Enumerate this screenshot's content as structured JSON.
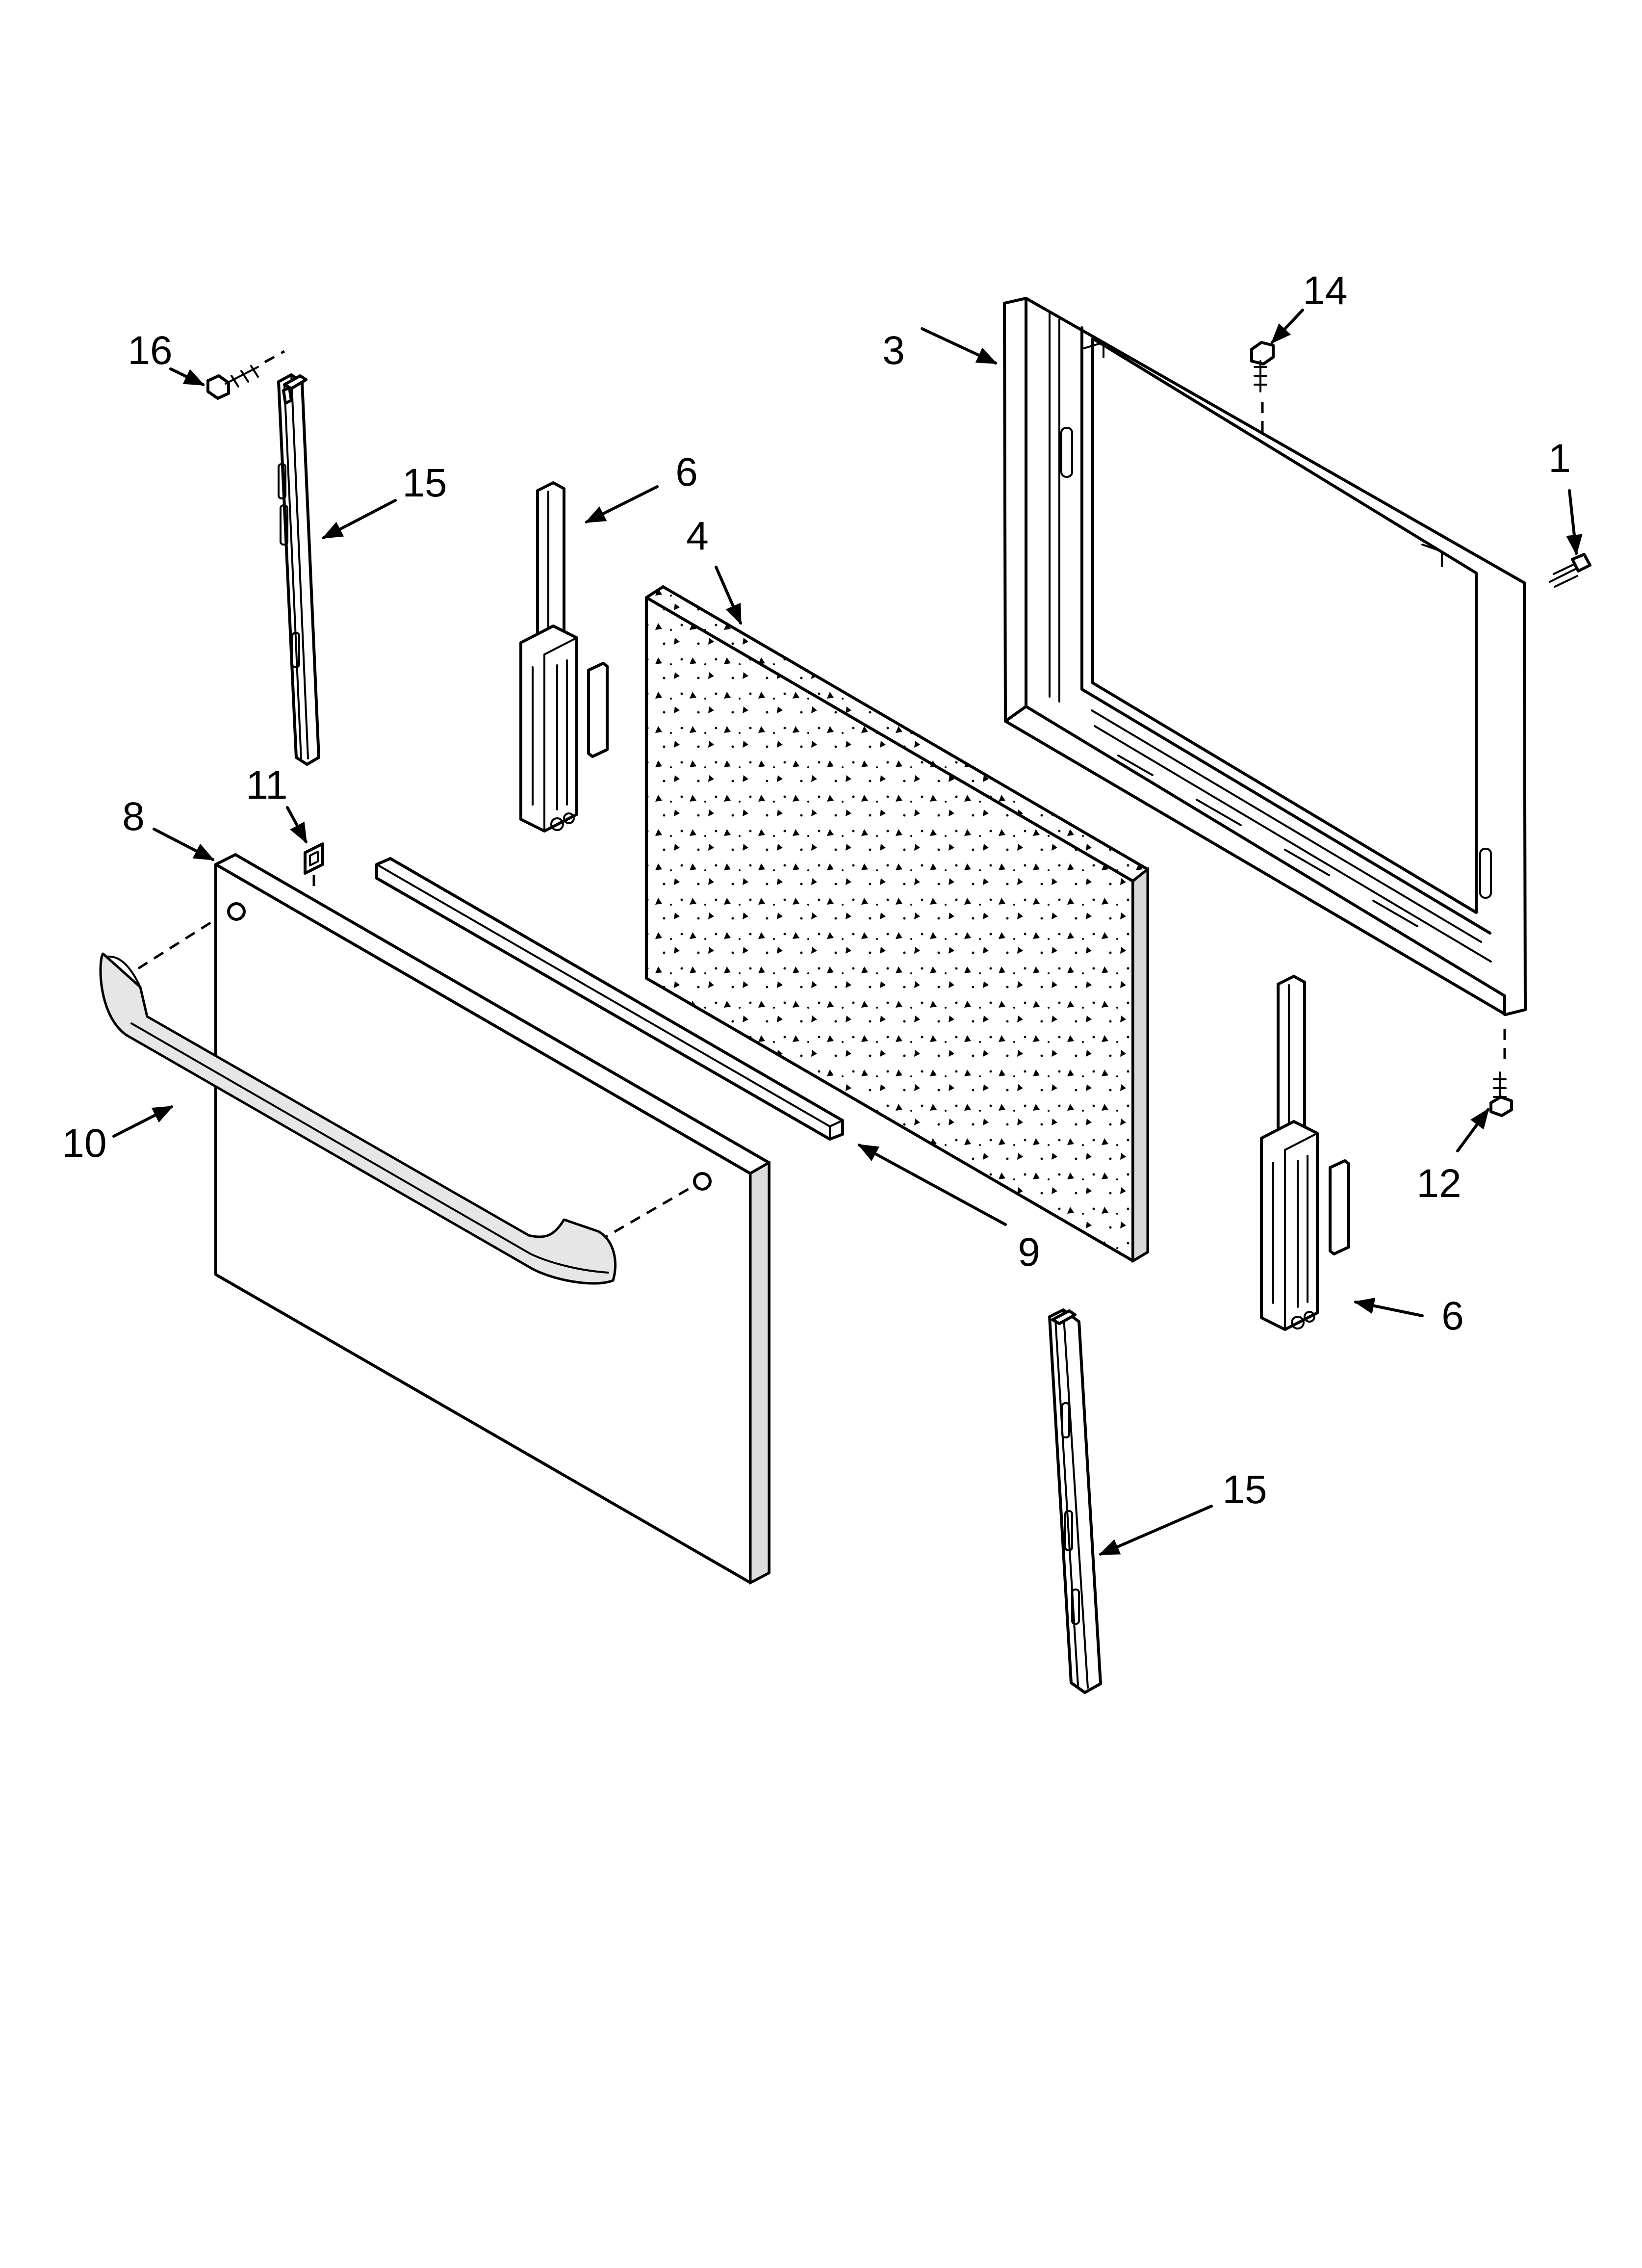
{
  "callouts": [
    {
      "id": "c1",
      "label": "1"
    },
    {
      "id": "c3",
      "label": "3"
    },
    {
      "id": "c4",
      "label": "4"
    },
    {
      "id": "c6a",
      "label": "6"
    },
    {
      "id": "c6b",
      "label": "6"
    },
    {
      "id": "c8",
      "label": "8"
    },
    {
      "id": "c9",
      "label": "9"
    },
    {
      "id": "c10",
      "label": "10"
    },
    {
      "id": "c11",
      "label": "11"
    },
    {
      "id": "c12",
      "label": "12"
    },
    {
      "id": "c14",
      "label": "14"
    },
    {
      "id": "c15a",
      "label": "15"
    },
    {
      "id": "c15b",
      "label": "15"
    },
    {
      "id": "c16",
      "label": "16"
    }
  ]
}
